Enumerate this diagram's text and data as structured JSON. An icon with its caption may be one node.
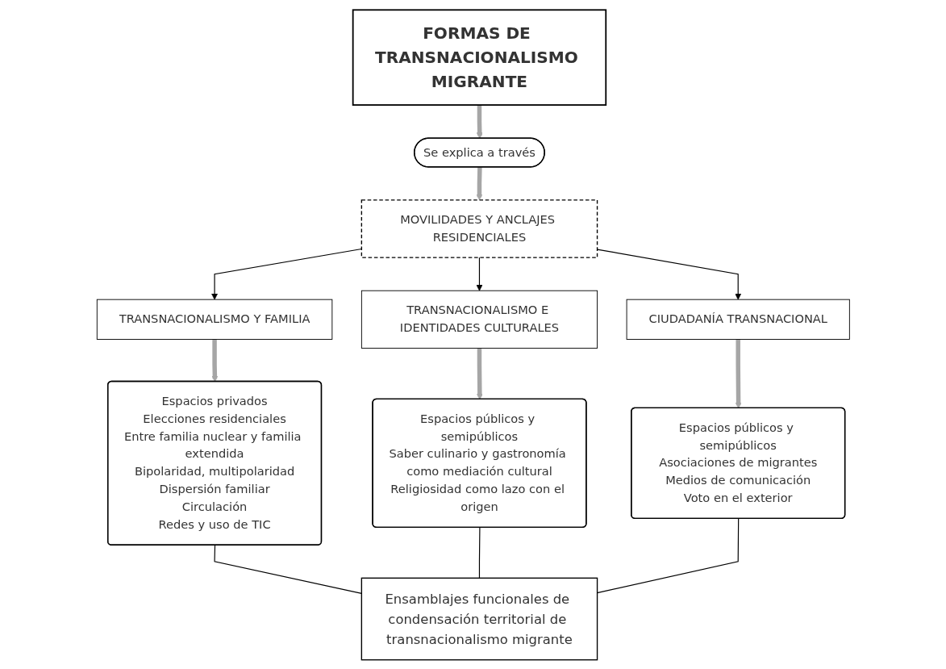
{
  "diagram": {
    "nodes": [
      {
        "text": [
          "FORMAS DE TRANSNACIONALISMO MIGRANTE"
        ]
      },
      {
        "text": [
          "Se explica a través"
        ]
      },
      {
        "text": [
          "MOVILIDADES Y ANCLAJES RESIDENCIALES"
        ]
      },
      {
        "text": [
          "TRANSNACIONALISMO Y FAMILIA"
        ]
      },
      {
        "text": [
          "TRANSNACIONALISMO E IDENTIDADES CULTURALES"
        ]
      },
      {
        "text": [
          "CIUDADANÍA TRANSNACIONAL"
        ]
      },
      {
        "text": [
          "Espacios privados",
          "Elecciones residenciales",
          "Entre familia nuclear y familia extendida",
          "Bipolaridad, multipolaridad",
          "Dispersión familiar",
          "Circulación",
          "Redes y uso de TIC"
        ]
      },
      {
        "text": [
          "Espacios públicos y semipúblicos",
          "Saber culinario y gastronomía como mediación cultural",
          "Religiosidad como lazo con el origen"
        ]
      },
      {
        "text": [
          "Espacios públicos y semipúblicos",
          "Asociaciones de migrantes",
          "Medios de comunicación",
          "Voto en el exterior"
        ]
      },
      {
        "text": [
          "Ensamblajes funcionales de condensación territorial de transnacionalismo migrante"
        ]
      }
    ],
    "edges": [
      {
        "from": 0,
        "to": 1,
        "arrow": "to",
        "style": "thick",
        "color": "#a6a6a6"
      },
      {
        "from": 1,
        "to": 2,
        "arrow": "to",
        "style": "thick",
        "color": "#a6a6a6"
      },
      {
        "from": 2,
        "to": 3,
        "arrow": "to"
      },
      {
        "from": 2,
        "to": 4,
        "arrow": "to"
      },
      {
        "from": 2,
        "to": 5,
        "arrow": "to"
      },
      {
        "from": 3,
        "to": 6,
        "arrow": "to",
        "style": "thick",
        "color": "#a6a6a6"
      },
      {
        "from": 4,
        "to": 7,
        "arrow": "to",
        "style": "thick",
        "color": "#a6a6a6"
      },
      {
        "from": 5,
        "to": 8,
        "arrow": "to",
        "style": "thick",
        "color": "#a6a6a6"
      },
      {
        "from": 6,
        "to": 9,
        "arrow": "none"
      },
      {
        "from": 7,
        "to": 9,
        "arrow": "none"
      },
      {
        "from": 8,
        "to": 9,
        "arrow": "none"
      }
    ]
  }
}
